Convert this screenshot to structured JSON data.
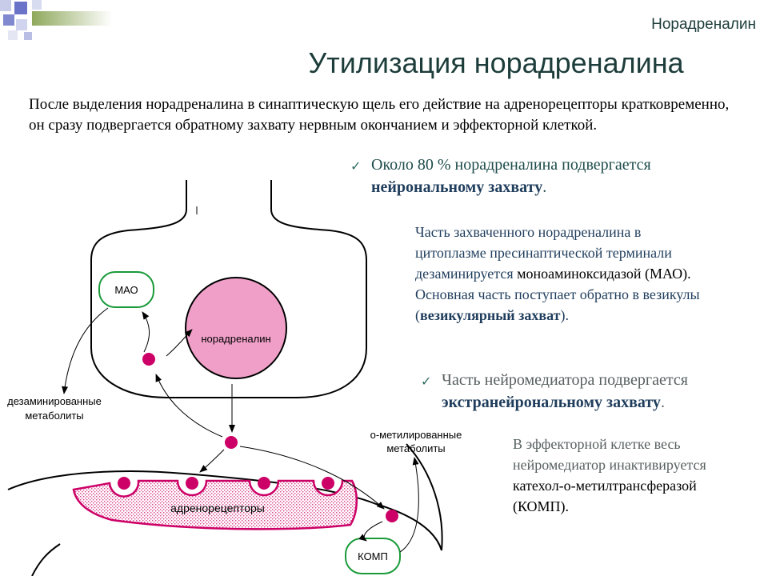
{
  "header": {
    "section_label": "Норадреналин",
    "title": "Утилизация норадреналина"
  },
  "intro": {
    "text": "После выделения норадреналина в синаптическую щель его действие на адренорецепторы кратковременно, он сразу подвергается обратному захвату нервным окончанием и эффекторной клеткой."
  },
  "bullet1": {
    "text": "Около 80 % норадреналина подвергается",
    "bold": "нейрональному захвату",
    "end": "."
  },
  "note1": {
    "line1": "Часть захваченного норадреналина в",
    "line2": "цитоплазме пресинаптической терминали",
    "line3a": "дезаминируется",
    "line3b": "моноаминоксидазой (МАО).",
    "line4": "Основная часть поступает обратно в везикулы",
    "line5a": "(",
    "line5bold": "везикулярный захват",
    "line5c": ")."
  },
  "bullet2": {
    "text": "Часть нейромедиатора подвергается",
    "bold": "экстранейрональному захвату",
    "end": "."
  },
  "note2": {
    "line1": "В эффекторной клетке весь",
    "line2": "нейромедиатор инактивируется",
    "line3": "катехол-о-метилтрансферазой",
    "line4": "(КОМП)."
  },
  "diagram": {
    "mao_label": "МАО",
    "vesicle_label": "норадреналин",
    "deaminated_line1": "дезаминированные",
    "deaminated_line2": "метаболиты",
    "methylated_line1": "о-метилированные",
    "methylated_line2": "метаболиты",
    "receptors_label": "адренорецепторы",
    "comt_label": "КОМП"
  },
  "colors": {
    "accent": "#cc0066",
    "vesicle_fill": "#f0a0c8",
    "enzyme_border": "#1a9a3a",
    "title": "#1d3d3b"
  }
}
